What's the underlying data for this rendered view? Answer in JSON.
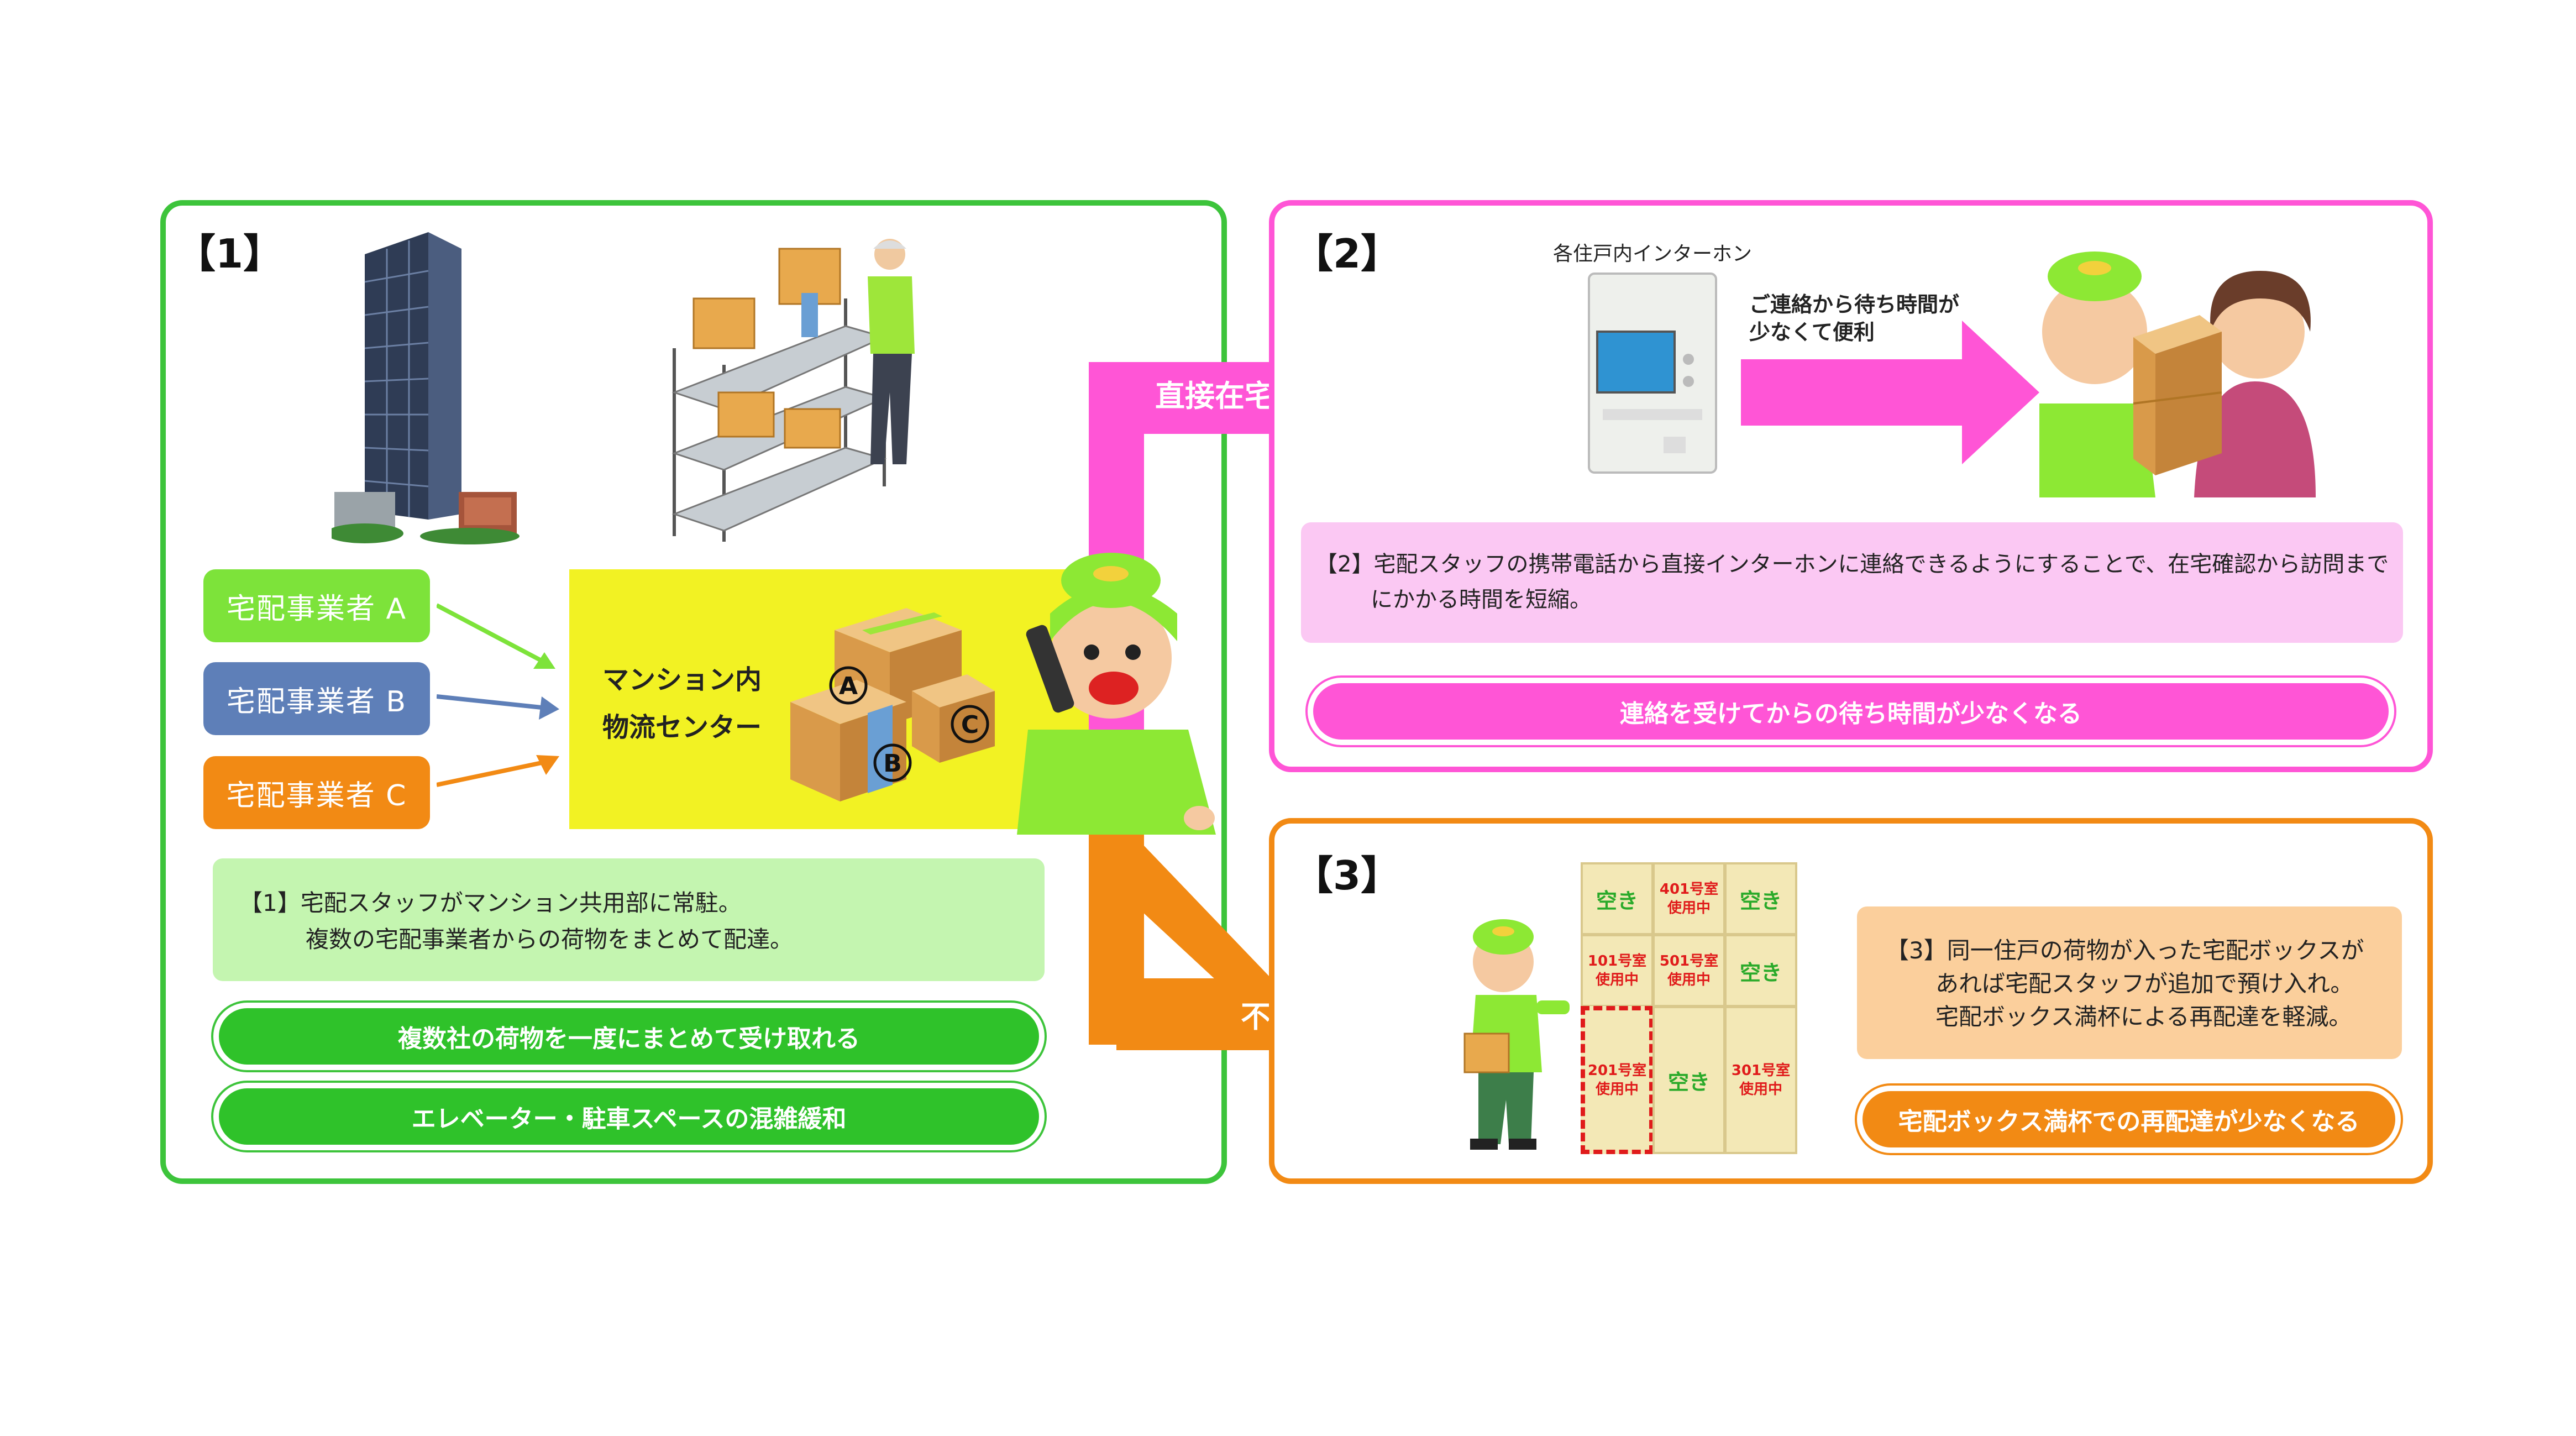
{
  "colors": {
    "green": "#3dc43b",
    "pink": "#ff55d6",
    "orange": "#f28a14",
    "blue": "#5e7fb8",
    "yellow": "#f2f223",
    "light_green": "#c4f5b0",
    "light_pink": "#fbc8f3",
    "light_orange": "#fbcf9c"
  },
  "panel1": {
    "title": "【1】",
    "companies": [
      "宅配事業者 A",
      "宅配事業者 B",
      "宅配事業者 C"
    ],
    "center_line1": "マンション内",
    "center_line2": "物流センター",
    "box_letters": [
      "A",
      "B",
      "C"
    ],
    "note_line1": "【1】宅配スタッフがマンション共用部に常駐。",
    "note_line2": "複数の宅配事業者からの荷物をまとめて配達。",
    "benefit1": "複数社の荷物を一度にまとめて受け取れる",
    "benefit2": "エレベーター・駐車スペースの混雑緩和"
  },
  "arrows": {
    "direct": "直接在宅確認",
    "absent": "不在時"
  },
  "panel2": {
    "title": "【2】",
    "intercom_label": "各住戸内インターホン",
    "quick_line1": "ご連絡から待ち時間が",
    "quick_line2": "少なくて便利",
    "note_line1": "【2】宅配スタッフの携帯電話から直接インターホンに連絡できるようにすることで、在宅確認から訪問まで",
    "note_line2": "にかかる時間を短縮。",
    "benefit": "連絡を受けてからの待ち時間が少なくなる"
  },
  "panel3": {
    "title": "【3】",
    "lockers": {
      "empty": "空き",
      "used": "使用中",
      "rooms": [
        "401号室",
        "101号室",
        "501号室",
        "201号室",
        "301号室"
      ]
    },
    "note_line1": "【3】同一住戸の荷物が入った宅配ボックスが",
    "note_line2": "あれば宅配スタッフが追加で預け入れ。",
    "note_line3": "宅配ボックス満杯による再配達を軽減。",
    "benefit": "宅配ボックス満杯での再配達が少なくなる"
  }
}
